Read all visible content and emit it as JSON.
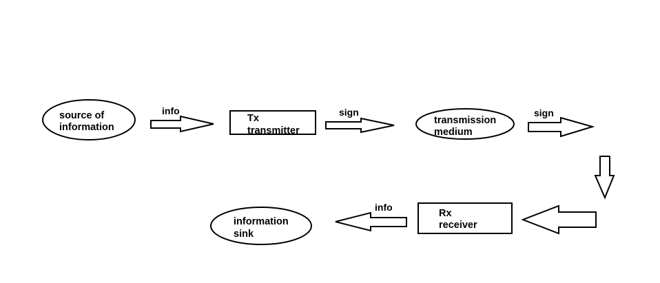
{
  "diagram": {
    "nodes": {
      "source": {
        "line1": "source of",
        "line2": "information"
      },
      "transmitter": {
        "line1": "Tx",
        "line2": "transmitter"
      },
      "medium": {
        "line1": "transmission",
        "line2": "medium"
      },
      "receiver": {
        "line1": "Rx",
        "line2": "receiver"
      },
      "sink": {
        "line1": "information",
        "line2": "sink"
      }
    },
    "labels": {
      "source_to_tx": "info",
      "tx_to_medium": "sign",
      "medium_out": "sign",
      "rx_to_sink": "info"
    }
  }
}
